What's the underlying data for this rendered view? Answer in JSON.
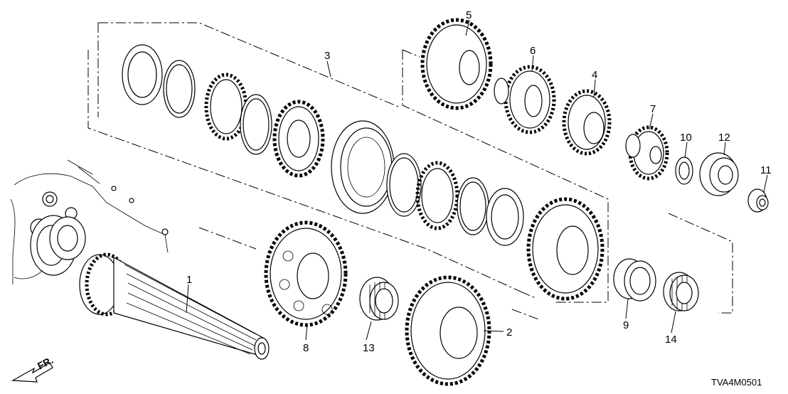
{
  "diagram": {
    "callouts": [
      {
        "id": "1",
        "label": "1"
      },
      {
        "id": "2",
        "label": "2"
      },
      {
        "id": "3",
        "label": "3"
      },
      {
        "id": "4",
        "label": "4"
      },
      {
        "id": "5",
        "label": "5"
      },
      {
        "id": "6",
        "label": "6"
      },
      {
        "id": "7",
        "label": "7"
      },
      {
        "id": "8",
        "label": "8"
      },
      {
        "id": "9",
        "label": "9"
      },
      {
        "id": "10",
        "label": "10"
      },
      {
        "id": "11",
        "label": "11"
      },
      {
        "id": "12",
        "label": "12"
      },
      {
        "id": "13",
        "label": "13"
      },
      {
        "id": "14",
        "label": "14"
      }
    ],
    "direction_label": "FR.",
    "diagram_code": "TVA4M0501"
  }
}
